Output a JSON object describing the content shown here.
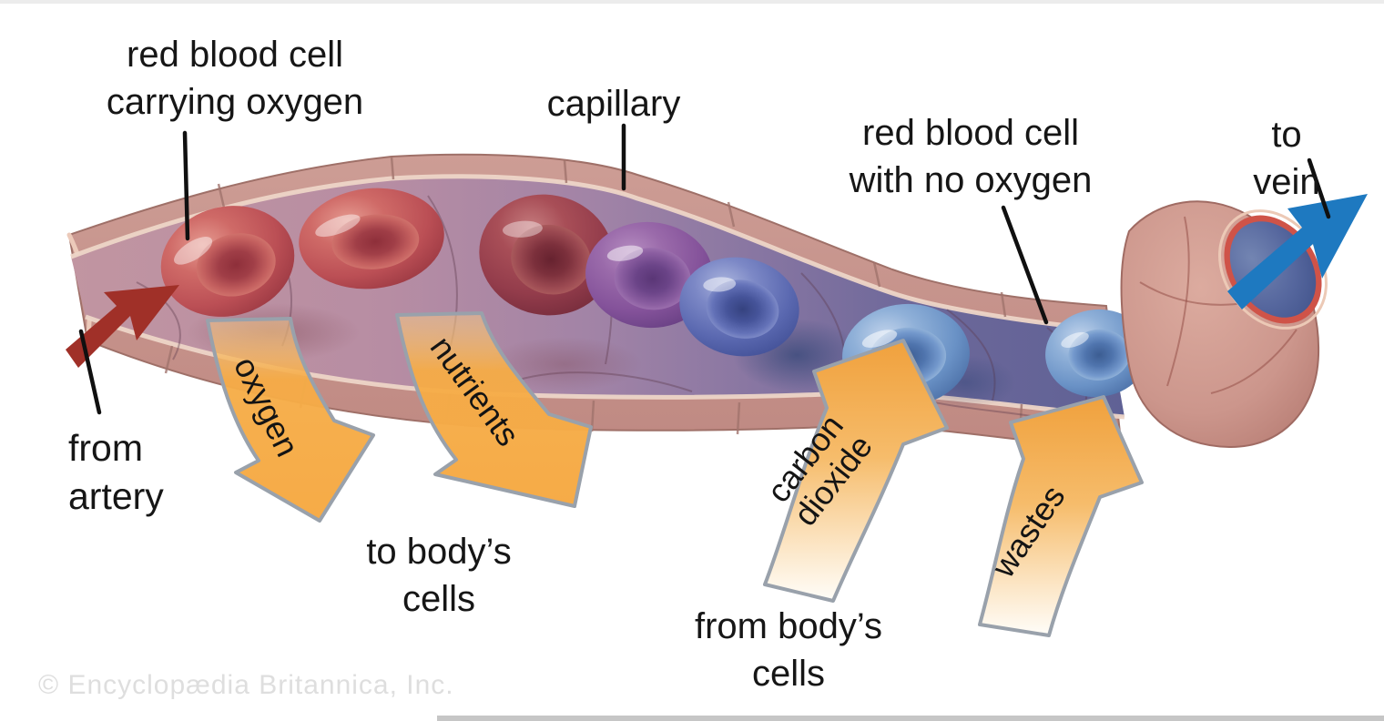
{
  "diagram": {
    "labels": {
      "rbc_oxygen": "red blood cell\ncarrying oxygen",
      "capillary": "capillary",
      "rbc_no_oxygen": "red blood cell\nwith no oxygen",
      "to_vein": "to vein",
      "from_artery": "from\nartery",
      "to_body_cells": "to body’s\ncells",
      "from_body_cells": "from body’s\ncells"
    },
    "flow_arrows": {
      "oxygen": "oxygen",
      "nutrients": "nutrients",
      "carbon_dioxide": "carbon\ndioxide",
      "wastes": "wastes"
    },
    "credit": "© Encyclopædia Britannica, Inc.",
    "colors": {
      "vessel_wall": "#c8938c",
      "lumen_left": "#c195a1",
      "lumen_right": "#5f6195",
      "oxygenated_cell": "#bb4f55",
      "transition_cell": "#84529a",
      "deoxygenated_cell": "#6a92c6",
      "flow_arrow_orange": "#f6ab47",
      "artery_arrow_red": "#a03028",
      "vein_arrow_blue": "#1e79c0",
      "label_text": "#161616"
    }
  }
}
